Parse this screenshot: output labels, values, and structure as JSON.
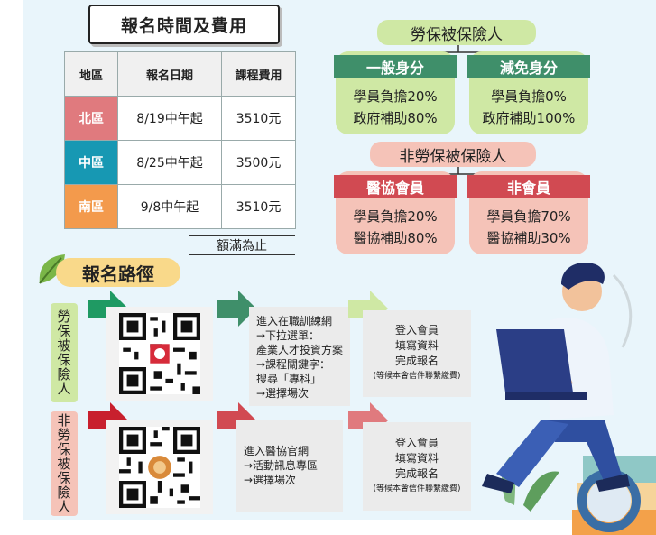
{
  "fees": {
    "title": "報名時間及費用",
    "headers": [
      "地區",
      "報名日期",
      "課程費用"
    ],
    "rows": [
      {
        "region": "北區",
        "date": "8/19中午起",
        "fee": "3510元",
        "color": "#e07a7e"
      },
      {
        "region": "中區",
        "date": "8/25中午起",
        "fee": "3500元",
        "color": "#1798b3"
      },
      {
        "region": "南區",
        "date": "9/8中午起",
        "fee": "3510元",
        "color": "#f39a4c"
      }
    ],
    "note": "額滿為止"
  },
  "insured": {
    "title": "勞保被保險人",
    "general": {
      "label": "一般身分",
      "line1": "學員負擔20%",
      "line2": "政府補助80%"
    },
    "reduced": {
      "label": "減免身分",
      "line1": "學員負擔0%",
      "line2": "政府補助100%"
    }
  },
  "non_insured": {
    "title": "非勞保被保險人",
    "member": {
      "label": "醫協會員",
      "line1": "學員負擔20%",
      "line2": "醫協補助80%"
    },
    "non_member": {
      "label": "非會員",
      "line1": "學員負擔70%",
      "line2": "醫協補助30%"
    }
  },
  "route": {
    "title": "報名路徑",
    "row1": {
      "label": "勞保被保險人",
      "steps": [
        "進入在職訓練網",
        "→下拉選單：",
        "產業人才投資方案",
        "→課程關鍵字：",
        "搜尋「專科」",
        "→選擇場次"
      ],
      "final": [
        "登入會員",
        "填寫資料",
        "完成報名"
      ],
      "final_note": "(等候本會信件聯繫繳費)"
    },
    "row2": {
      "label": "非勞保被保險人",
      "steps": [
        "進入醫協官網",
        "→活動訊息專區",
        "→選擇場次"
      ],
      "final": [
        "登入會員",
        "填寫資料",
        "完成報名"
      ],
      "final_note": "(等候本會信件聯繫繳費)"
    }
  },
  "colors": {
    "green_dark": "#3f8f6a",
    "green_light": "#cfe8a4",
    "pink_light": "#f5c3b8",
    "red_dark": "#d14a52",
    "green_arrow": "#1f9a63",
    "red_arrow": "#c8202e"
  }
}
